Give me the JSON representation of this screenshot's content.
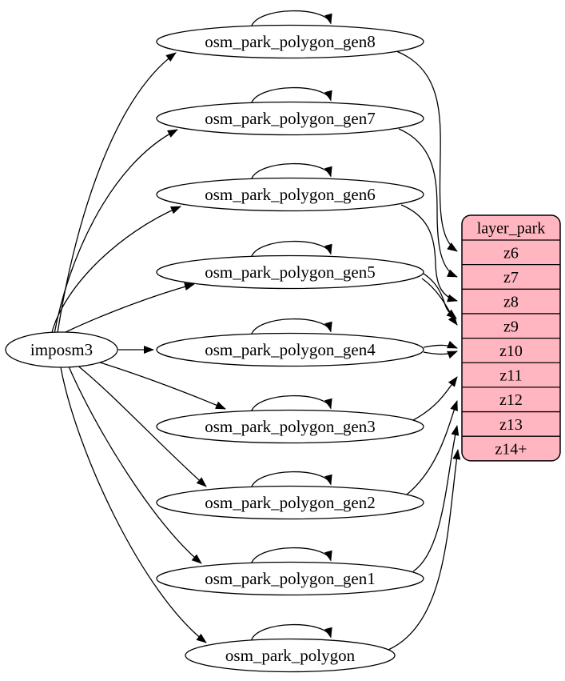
{
  "diagram": {
    "background_color": "#ffffff",
    "node_fill": "#ffffff",
    "line_color": "#000000",
    "source": {
      "label": "imposm3"
    },
    "generalization_tables": [
      "osm_park_polygon_gen8",
      "osm_park_polygon_gen7",
      "osm_park_polygon_gen6",
      "osm_park_polygon_gen5",
      "osm_park_polygon_gen4",
      "osm_park_polygon_gen3",
      "osm_park_polygon_gen2",
      "osm_park_polygon_gen1",
      "osm_park_polygon"
    ],
    "layer_table": {
      "title": "layer_park",
      "zoom_rows": [
        "z6",
        "z7",
        "z8",
        "z9",
        "z10",
        "z11",
        "z12",
        "z13",
        "z14+"
      ],
      "fill_color": "#ffb6c1"
    },
    "edges": {
      "imports": [
        {
          "from": "imposm3",
          "to": "osm_park_polygon_gen8"
        },
        {
          "from": "imposm3",
          "to": "osm_park_polygon_gen7"
        },
        {
          "from": "imposm3",
          "to": "osm_park_polygon_gen6"
        },
        {
          "from": "imposm3",
          "to": "osm_park_polygon_gen5"
        },
        {
          "from": "imposm3",
          "to": "osm_park_polygon_gen4"
        },
        {
          "from": "imposm3",
          "to": "osm_park_polygon_gen3"
        },
        {
          "from": "imposm3",
          "to": "osm_park_polygon_gen2"
        },
        {
          "from": "imposm3",
          "to": "osm_park_polygon_gen1"
        },
        {
          "from": "imposm3",
          "to": "osm_park_polygon"
        }
      ],
      "self_updates": [
        "osm_park_polygon_gen8",
        "osm_park_polygon_gen7",
        "osm_park_polygon_gen6",
        "osm_park_polygon_gen5",
        "osm_park_polygon_gen4",
        "osm_park_polygon_gen3",
        "osm_park_polygon_gen2",
        "osm_park_polygon_gen1",
        "osm_park_polygon"
      ],
      "layer_inputs": [
        {
          "from": "osm_park_polygon_gen8",
          "to": "z6"
        },
        {
          "from": "osm_park_polygon_gen7",
          "to": "z7"
        },
        {
          "from": "osm_park_polygon_gen6",
          "to": "z8"
        },
        {
          "from": "osm_park_polygon_gen5",
          "to": "z9"
        },
        {
          "from": "osm_park_polygon_gen5",
          "to": "z9"
        },
        {
          "from": "osm_park_polygon_gen4",
          "to": "z10"
        },
        {
          "from": "osm_park_polygon_gen4",
          "to": "z10"
        },
        {
          "from": "osm_park_polygon_gen3",
          "to": "z11"
        },
        {
          "from": "osm_park_polygon_gen2",
          "to": "z12"
        },
        {
          "from": "osm_park_polygon_gen1",
          "to": "z13"
        },
        {
          "from": "osm_park_polygon",
          "to": "z14+"
        }
      ]
    }
  }
}
